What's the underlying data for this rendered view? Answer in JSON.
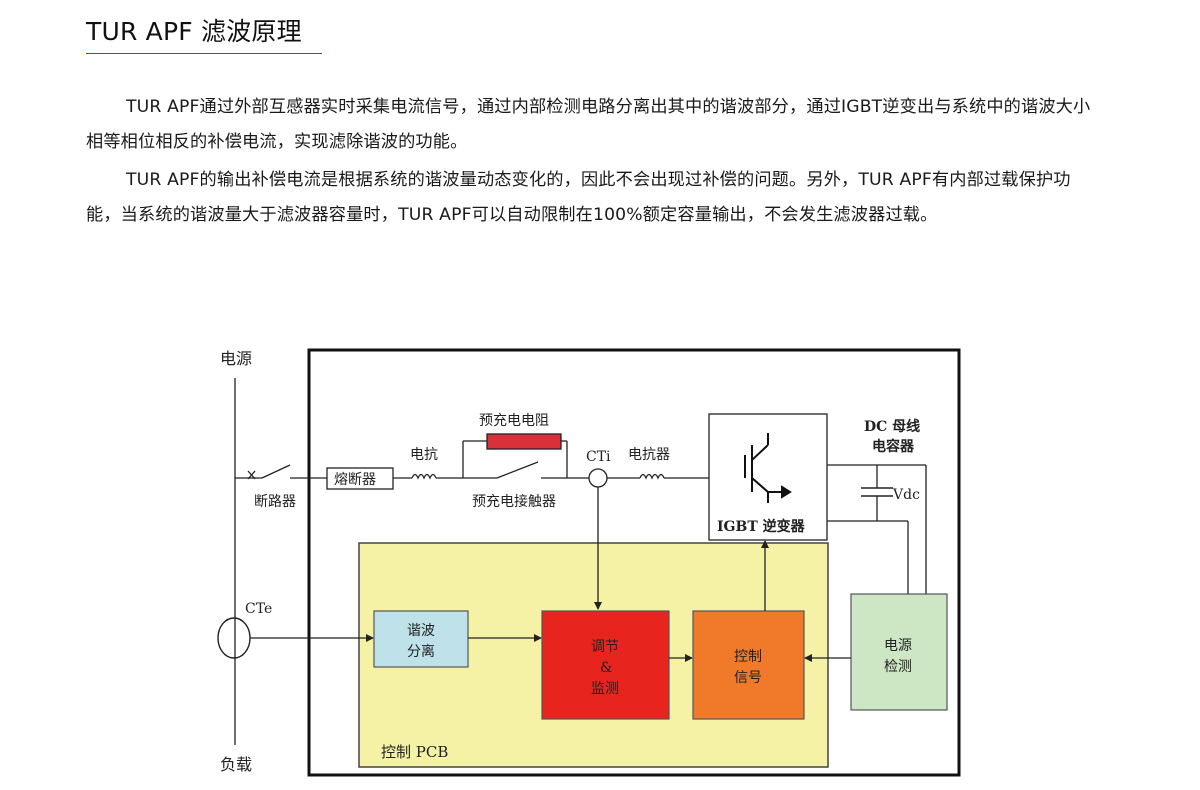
{
  "heading": "TUR APF 滤波原理",
  "paragraphs": [
    "TUR APF通过外部互感器实时采集电流信号，通过内部检测电路分离出其中的谐波部分，通过IGBT逆变出与系统中的谐波大小相等相位相反的补偿电流，实现滤除谐波的功能。",
    "TUR APF的输出补偿电流是根据系统的谐波量动态变化的，因此不会出现过补偿的问题。另外，TUR APF有内部过载保护功能，当系统的谐波量大于滤波器容量时，TUR APF可以自动限制在100%额定容量输出，不会发生滤波器过载。"
  ],
  "diagram": {
    "source_label": "电源",
    "load_label": "负载",
    "breaker_label": "断路器",
    "fuse_label": "熔断器",
    "reactor1_label": "电抗",
    "precharge_resistor_label": "预充电电阻",
    "precharge_contactor_label": "预充电接触器",
    "cti_label": "CTi",
    "reactor2_label": "电抗器",
    "igbt_label": "IGBT 逆变器",
    "dc_label_line1": "DC 母线",
    "dc_label_line2": "电容器",
    "vdc_label": "Vdc",
    "cte_label": "CTe",
    "pcb_label": "控制 PCB",
    "harmonic_sep_line1": "谐波",
    "harmonic_sep_line2": "分离",
    "regulate_line1": "调节",
    "regulate_line2": "&",
    "regulate_line3": "监测",
    "control_line1": "控制",
    "control_line2": "信号",
    "power_detect_line1": "电源",
    "power_detect_line2": "检测",
    "colors": {
      "pcb_fill": "#f5f2a6",
      "harmonic_fill": "#bfe2ea",
      "regulate_fill": "#e8241f",
      "control_fill": "#f07a2a",
      "power_detect_fill": "#cde6c3",
      "resistor_fill": "#d9303a"
    }
  }
}
